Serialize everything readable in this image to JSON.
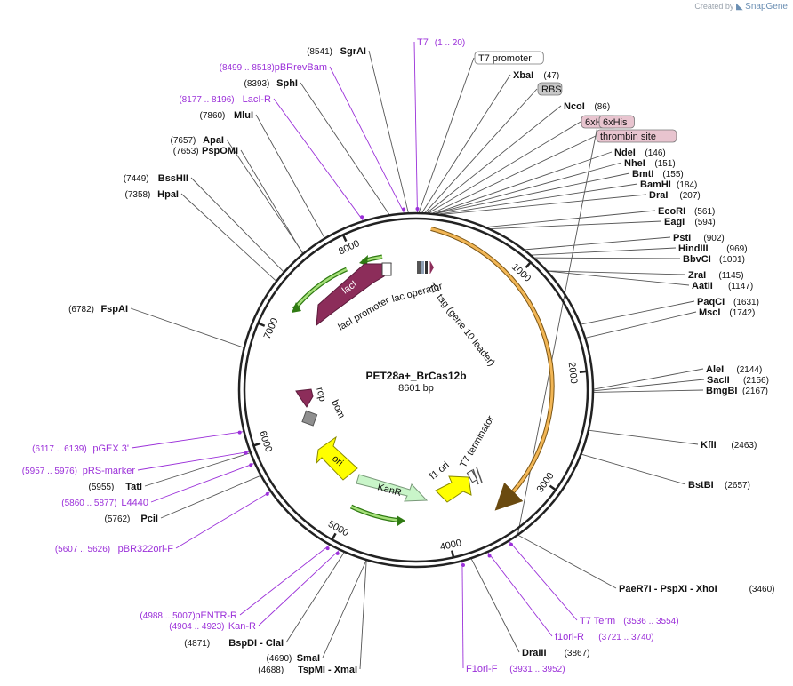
{
  "credit": {
    "prefix": "Created by",
    "brand": "SnapGene"
  },
  "plasmid": {
    "name": "PET28a+_BrCas12b",
    "size": "8601 bp",
    "length": 8601
  },
  "ring_ticks": [
    "1000",
    "2000",
    "3000",
    "4000",
    "5000",
    "6000",
    "7000",
    "8000"
  ],
  "colors": {
    "primer": "#9b30d9",
    "orf": "#8c2d5a",
    "promoter": "#3a9a1a",
    "origin": "#ffff00",
    "kanr": "#c9f5c9",
    "insert": "#f0a830",
    "feature_box_gray": "#c8c8c8",
    "feature_box_pink": "#e8c4cf"
  },
  "labels": [
    {
      "side": "L",
      "kind": "primer",
      "pos": "(8499 .. 8518)",
      "name": "pBRrevBam",
      "bp": 8508
    },
    {
      "side": "L",
      "kind": "site",
      "pos": "(8541)",
      "name": "SgrAI",
      "bp": 8541
    },
    {
      "side": "L",
      "kind": "site",
      "pos": "(8393)",
      "name": "SphI",
      "bp": 8393
    },
    {
      "side": "L",
      "kind": "primer",
      "pos": "(8177 .. 8196)",
      "name": "LacI-R",
      "bp": 8186
    },
    {
      "side": "L",
      "kind": "site",
      "pos": "(7860)",
      "name": "MluI",
      "bp": 7860
    },
    {
      "side": "L",
      "kind": "site",
      "pos": "(7657)",
      "name": "ApaI",
      "bp": 7657
    },
    {
      "side": "L",
      "kind": "site",
      "pos": "(7653)",
      "name": "PspOMI",
      "bp": 7653
    },
    {
      "side": "L",
      "kind": "site",
      "pos": "(7449)",
      "name": "BssHII",
      "bp": 7449
    },
    {
      "side": "L",
      "kind": "site",
      "pos": "(7358)",
      "name": "HpaI",
      "bp": 7358
    },
    {
      "side": "L",
      "kind": "site",
      "pos": "(6782)",
      "name": "FspAI",
      "bp": 6782
    },
    {
      "side": "L",
      "kind": "primer",
      "pos": "(6117 .. 6139)",
      "name": "pGEX 3'",
      "bp": 6128
    },
    {
      "side": "L",
      "kind": "primer",
      "pos": "(5957 .. 5976)",
      "name": "pRS-marker",
      "bp": 5966
    },
    {
      "side": "L",
      "kind": "site",
      "pos": "(5955)",
      "name": "TatI",
      "bp": 5955
    },
    {
      "side": "L",
      "kind": "primer",
      "pos": "(5860 .. 5877)",
      "name": "L4440",
      "bp": 5868
    },
    {
      "side": "L",
      "kind": "site",
      "pos": "(5762)",
      "name": "PciI",
      "bp": 5762
    },
    {
      "side": "L",
      "kind": "primer",
      "pos": "(5607 .. 5626)",
      "name": "pBR322ori-F",
      "bp": 5616
    },
    {
      "side": "L",
      "kind": "primer",
      "pos": "(4988 .. 5007)",
      "name": "pENTR-R",
      "bp": 4997
    },
    {
      "side": "L",
      "kind": "primer",
      "pos": "(4904 .. 4923)",
      "name": "Kan-R",
      "bp": 4913
    },
    {
      "side": "L",
      "kind": "site",
      "pos": "(4871)",
      "name": "BspDI - ClaI",
      "bp": 4871
    },
    {
      "side": "L",
      "kind": "site",
      "pos": "(4690)",
      "name": "SmaI",
      "bp": 4690
    },
    {
      "side": "L",
      "kind": "site",
      "pos": "(4688)",
      "name": "TspMI - XmaI",
      "bp": 4688
    },
    {
      "side": "R",
      "kind": "primer",
      "pos": "(1 .. 20)",
      "name": "T7",
      "bp": 10
    },
    {
      "side": "R",
      "kind": "box",
      "pos": "",
      "name": "T7 promoter",
      "bp": 22
    },
    {
      "side": "R",
      "kind": "site",
      "pos": "(47)",
      "name": "XbaI",
      "bp": 47
    },
    {
      "side": "R",
      "kind": "boxgray",
      "pos": "",
      "name": "RBS",
      "bp": 70
    },
    {
      "side": "R",
      "kind": "site",
      "pos": "(86)",
      "name": "NcoI",
      "bp": 86
    },
    {
      "side": "R",
      "kind": "boxpink",
      "pos": "",
      "name": "6xHis",
      "bp": 100
    },
    {
      "side": "R",
      "kind": "boxpink",
      "pos": "",
      "name": "thrombin site",
      "bp": 130
    },
    {
      "side": "R",
      "kind": "site",
      "pos": "(146)",
      "name": "NdeI",
      "bp": 146
    },
    {
      "side": "R",
      "kind": "site",
      "pos": "(151)",
      "name": "NheI",
      "bp": 151
    },
    {
      "side": "R",
      "kind": "site",
      "pos": "(155)",
      "name": "BmtI",
      "bp": 155
    },
    {
      "side": "R",
      "kind": "site",
      "pos": "(184)",
      "name": "BamHI",
      "bp": 184
    },
    {
      "side": "R",
      "kind": "site",
      "pos": "(207)",
      "name": "DraI",
      "bp": 207
    },
    {
      "side": "R",
      "kind": "site",
      "pos": "(561)",
      "name": "EcoRI",
      "bp": 561
    },
    {
      "side": "R",
      "kind": "site",
      "pos": "(594)",
      "name": "EagI",
      "bp": 594
    },
    {
      "side": "R",
      "kind": "site",
      "pos": "(902)",
      "name": "PstI",
      "bp": 902
    },
    {
      "side": "R",
      "kind": "site",
      "pos": "(969)",
      "name": "HindIII",
      "bp": 969
    },
    {
      "side": "R",
      "kind": "site",
      "pos": "(1001)",
      "name": "BbvCI",
      "bp": 1001
    },
    {
      "side": "R",
      "kind": "site",
      "pos": "(1145)",
      "name": "ZraI",
      "bp": 1145
    },
    {
      "side": "R",
      "kind": "site",
      "pos": "(1147)",
      "name": "AatII",
      "bp": 1147
    },
    {
      "side": "R",
      "kind": "site",
      "pos": "(1631)",
      "name": "PaqCI",
      "bp": 1631
    },
    {
      "side": "R",
      "kind": "site",
      "pos": "(1742)",
      "name": "MscI",
      "bp": 1742
    },
    {
      "side": "R",
      "kind": "site",
      "pos": "(2144)",
      "name": "AleI",
      "bp": 2144
    },
    {
      "side": "R",
      "kind": "site",
      "pos": "(2156)",
      "name": "SacII",
      "bp": 2156
    },
    {
      "side": "R",
      "kind": "site",
      "pos": "(2167)",
      "name": "BmgBI",
      "bp": 2167
    },
    {
      "side": "R",
      "kind": "site",
      "pos": "(2463)",
      "name": "KflI",
      "bp": 2463
    },
    {
      "side": "R",
      "kind": "site",
      "pos": "(2657)",
      "name": "BstBI",
      "bp": 2657
    },
    {
      "side": "R",
      "kind": "site",
      "pos": "(3460)",
      "name": "PaeR7I - PspXI - XhoI",
      "bp": 3460
    },
    {
      "side": "R",
      "kind": "boxpink",
      "pos": "",
      "name": "6xHis",
      "bp": 3470
    },
    {
      "side": "R",
      "kind": "primer",
      "pos": "(3536 .. 3554)",
      "name": "T7 Term",
      "bp": 3545
    },
    {
      "side": "R",
      "kind": "primer",
      "pos": "(3721 .. 3740)",
      "name": "f1ori-R",
      "bp": 3730
    },
    {
      "side": "R",
      "kind": "site",
      "pos": "(3867)",
      "name": "DraIII",
      "bp": 3867
    },
    {
      "side": "R",
      "kind": "primer",
      "pos": "(3931 .. 3952)",
      "name": "F1ori-F",
      "bp": 3941
    }
  ],
  "features": {
    "t7_tag": "T7 tag (gene 10 leader)",
    "laci": "lacI",
    "laci_promoter": "lacI promoter",
    "lac_operator": "lac operator",
    "rop": "rop",
    "bom": "bom",
    "ori": "ori",
    "kanr": "KanR",
    "f1_ori": "f1 ori",
    "t7_terminator": "T7 terminator"
  }
}
